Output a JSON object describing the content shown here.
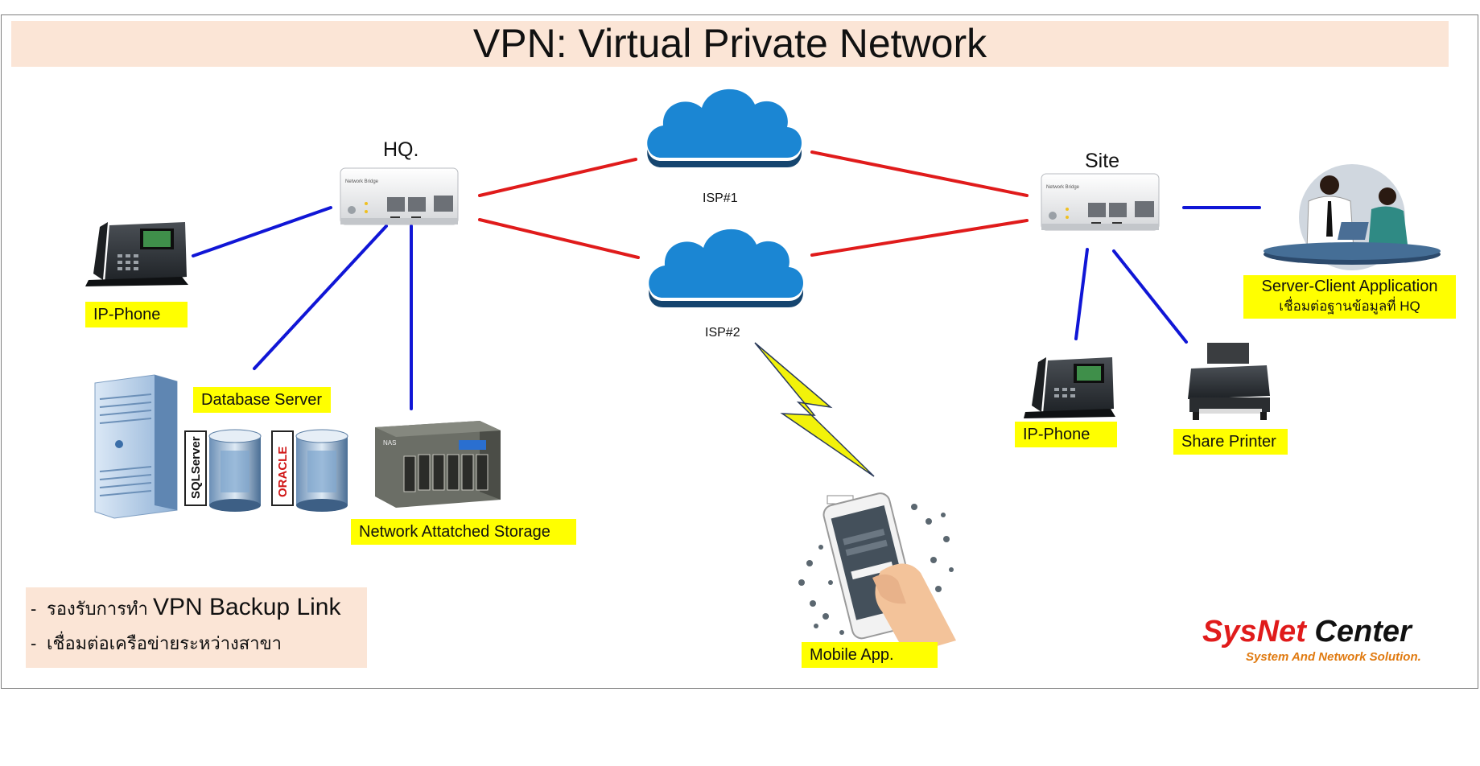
{
  "title": "VPN: Virtual Private Network",
  "hq_label": "HQ.",
  "site_label": "Site",
  "isp1_label": "ISP#1",
  "isp2_label": "ISP#2",
  "labels": {
    "ip_phone_hq": "IP-Phone",
    "database_server": "Database Server",
    "nas": "Network Attatched Storage",
    "ip_phone_site": "IP-Phone",
    "share_printer": "Share Printer",
    "server_client_title": "Server-Client Application",
    "server_client_sub": "เชื่อมต่อฐานข้อมูลที่ HQ",
    "mobile_app": "Mobile App."
  },
  "device_text": {
    "bridge": "Network Bridge",
    "nas": "NAS",
    "sqlserver": "SQLServer",
    "oracle": "ORACLE"
  },
  "notes": {
    "dash": "-",
    "line1_prefix": "รองรับการทำ",
    "line1_big": "VPN Backup Link",
    "line2": "เชื่อมต่อเครือข่ายระหว่างสาขา"
  },
  "logo": {
    "word1": "SysNet",
    "word2": "Center",
    "tagline": "System And Network Solution."
  },
  "colors": {
    "title_bg": "#fbe5d6",
    "label_bg": "#ffff00",
    "wan_link": "#e01b1b",
    "lan_link": "#1016d6",
    "cloud": "#1b86d3",
    "wireless": "#f2f20a"
  }
}
